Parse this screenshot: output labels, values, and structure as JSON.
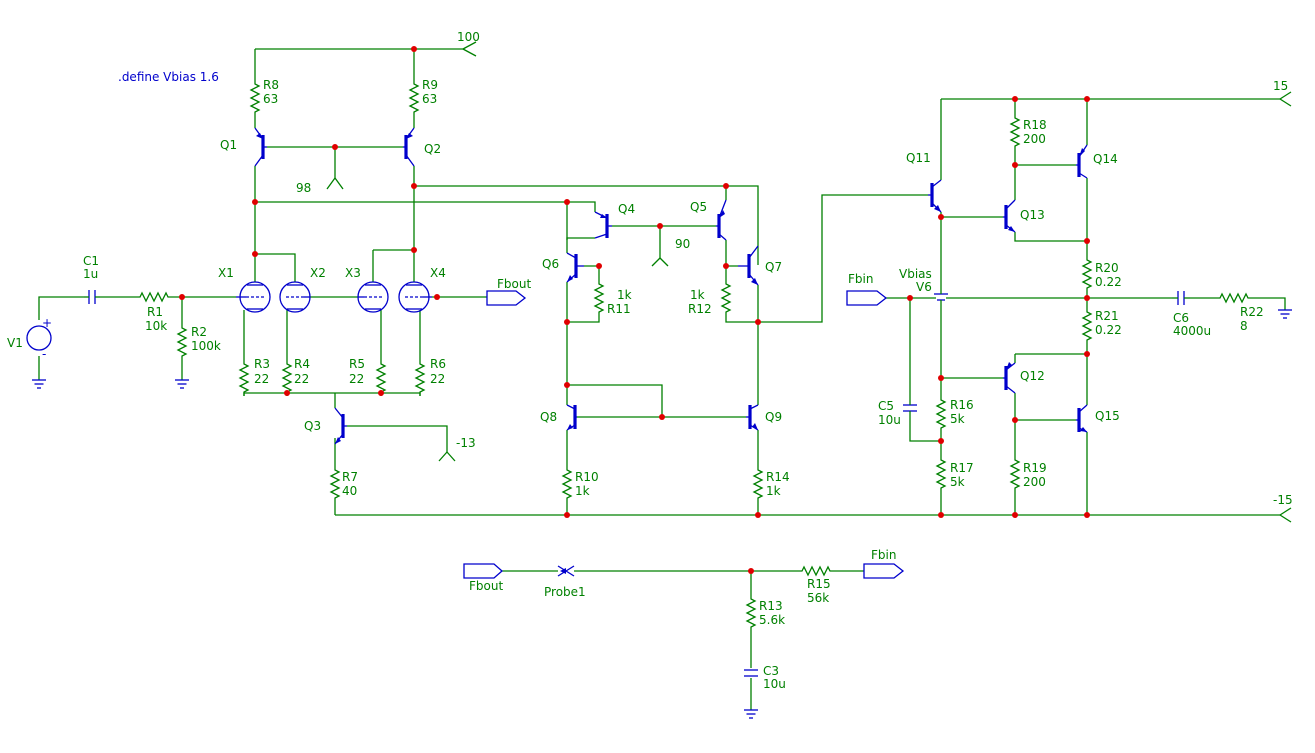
{
  "directive": ".define Vbias 1.6",
  "components": {
    "V1": {
      "ref": "V1",
      "plus": "+",
      "minus": "-"
    },
    "C1": {
      "ref": "C1",
      "value": "1u"
    },
    "R1": {
      "ref": "R1",
      "value": "10k"
    },
    "R2": {
      "ref": "R2",
      "value": "100k"
    },
    "R3": {
      "ref": "R3",
      "value": "22"
    },
    "R4": {
      "ref": "R4",
      "value": "22"
    },
    "R5": {
      "ref": "R5",
      "value": "22"
    },
    "R6": {
      "ref": "R6",
      "value": "22"
    },
    "R7": {
      "ref": "R7",
      "value": "40"
    },
    "R8": {
      "ref": "R8",
      "value": "63"
    },
    "R9": {
      "ref": "R9",
      "value": "63"
    },
    "R10": {
      "ref": "R10",
      "value": "1k"
    },
    "R11": {
      "ref": "R11",
      "value": "1k"
    },
    "R12": {
      "ref": "R12",
      "value": "1k"
    },
    "R13": {
      "ref": "R13",
      "value": "5.6k"
    },
    "R14": {
      "ref": "R14",
      "value": "1k"
    },
    "R15": {
      "ref": "R15",
      "value": "56k"
    },
    "R16": {
      "ref": "R16",
      "value": "5k"
    },
    "R17": {
      "ref": "R17",
      "value": "5k"
    },
    "R18": {
      "ref": "R18",
      "value": "200"
    },
    "R19": {
      "ref": "R19",
      "value": "200"
    },
    "R20": {
      "ref": "R20",
      "value": "0.22"
    },
    "R21": {
      "ref": "R21",
      "value": "0.22"
    },
    "R22": {
      "ref": "R22",
      "value": "8"
    },
    "C3": {
      "ref": "C3",
      "value": "10u"
    },
    "C5": {
      "ref": "C5",
      "value": "10u"
    },
    "C6": {
      "ref": "C6",
      "value": "4000u"
    },
    "V6": {
      "ref": "V6",
      "value": "Vbias"
    },
    "Q1": "Q1",
    "Q2": "Q2",
    "Q3": "Q3",
    "Q4": "Q4",
    "Q5": "Q5",
    "Q6": "Q6",
    "Q7": "Q7",
    "Q8": "Q8",
    "Q9": "Q9",
    "Q11": "Q11",
    "Q12": "Q12",
    "Q13": "Q13",
    "Q14": "Q14",
    "Q15": "Q15",
    "X1": "X1",
    "X2": "X2",
    "X3": "X3",
    "X4": "X4",
    "Probe1": "Probe1"
  },
  "supplies": {
    "v100": "100",
    "v98": "98",
    "v90": "90",
    "vneg13": "-13",
    "v15": "15",
    "vneg15": "-15"
  },
  "ports": {
    "fbout_right": "Fbout",
    "fbout_left": "Fbout",
    "fbin_left": "Fbin",
    "fbin_right": "Fbin"
  }
}
